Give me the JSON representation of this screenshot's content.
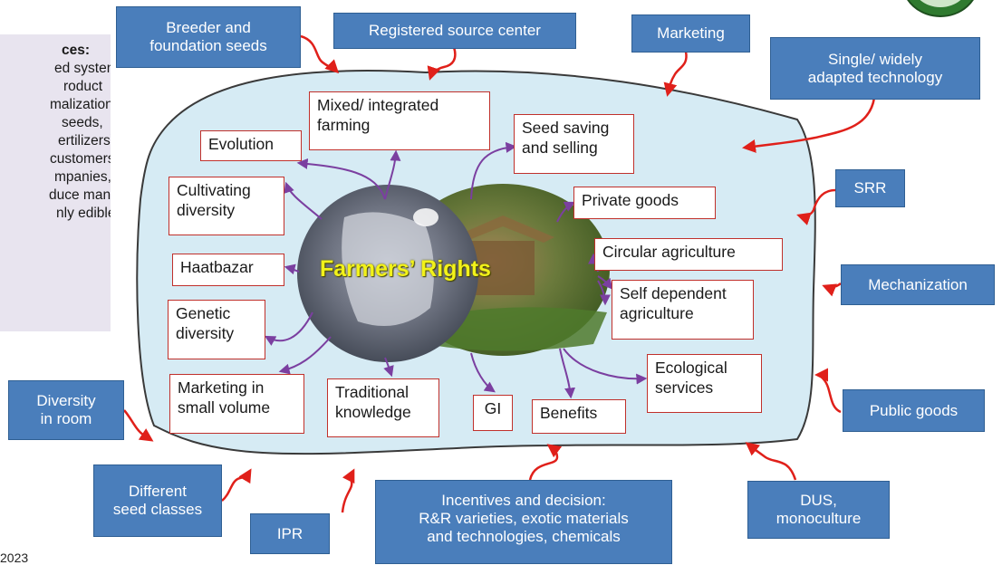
{
  "center_title": "Farmers’ Rights",
  "sidebar": {
    "heading": "ces:",
    "lines": [
      "ed system,",
      "roduct",
      "",
      "malization",
      "seeds,",
      "ertilizers)",
      "customers",
      "mpanies,",
      "duce many",
      "nly edible"
    ]
  },
  "year_fragment": "2023",
  "outer_boxes": [
    {
      "id": "breeder",
      "text": "Breeder and\nfoundation seeds"
    },
    {
      "id": "registered",
      "text": "Registered source center"
    },
    {
      "id": "marketing",
      "text": "Marketing"
    },
    {
      "id": "single",
      "text": "Single/ widely\nadapted technology"
    },
    {
      "id": "srr",
      "text": "SRR"
    },
    {
      "id": "mechanization",
      "text": "Mechanization"
    },
    {
      "id": "public",
      "text": "Public goods"
    },
    {
      "id": "dus",
      "text": "DUS,\nmonoculture"
    },
    {
      "id": "incentives",
      "text": "Incentives and decision:\nR&R varieties, exotic  materials\nand technologies, chemicals"
    },
    {
      "id": "ipr",
      "text": "IPR"
    },
    {
      "id": "different",
      "text": "Different\nseed classes"
    },
    {
      "id": "diversity-room",
      "text": "Diversity\nin room"
    }
  ],
  "inner_boxes": [
    {
      "id": "mixed",
      "text": "Mixed/ integrated\nfarming"
    },
    {
      "id": "evolution",
      "text": "Evolution"
    },
    {
      "id": "seed-saving",
      "text": "Seed saving\nand selling"
    },
    {
      "id": "cultivating",
      "text": "Cultivating\ndiversity"
    },
    {
      "id": "private",
      "text": "Private goods"
    },
    {
      "id": "haatbazar",
      "text": "Haatbazar"
    },
    {
      "id": "circular",
      "text": "Circular agriculture"
    },
    {
      "id": "self-dependent",
      "text": "Self dependent\nagriculture"
    },
    {
      "id": "genetic",
      "text": "Genetic\ndiversity"
    },
    {
      "id": "ecological",
      "text": "Ecological\nservices"
    },
    {
      "id": "marketing-small",
      "text": "Marketing in\nsmall volume"
    },
    {
      "id": "traditional",
      "text": "Traditional\nknowledge"
    },
    {
      "id": "gi",
      "text": "GI"
    },
    {
      "id": "benefits",
      "text": "Benefits"
    }
  ],
  "colors": {
    "blob_fill": "#d6ebf4",
    "blob_stroke": "#3a3a3a",
    "outer_box": "#4a7ebb",
    "inner_box_border": "#c0302b",
    "red_arrow": "#e0201a",
    "purple_arrow": "#7b3fa0",
    "center_text": "#f2f21a"
  }
}
